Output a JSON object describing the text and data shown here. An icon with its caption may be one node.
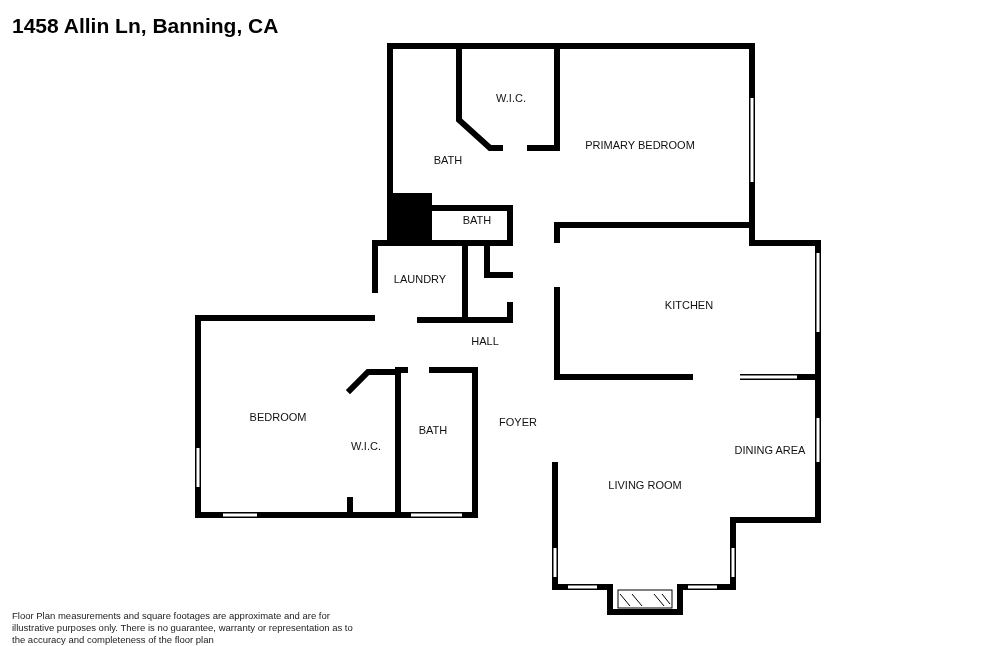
{
  "diagram": {
    "title": "1458 Allin Ln, Banning, CA",
    "caption": "Floor Plan measurements and square footages are approximate and are for illustrative purposes only. There is no guarantee, warranty or representation as to the accuracy and completeness of the floor plan",
    "labels": [
      "W.I.C.",
      "PRIMARY BEDROOM",
      "BATH",
      "BATH",
      "LAUNDRY",
      "KITCHEN",
      "HALL",
      "BEDROOM",
      "W.I.C.",
      "BATH",
      "FOYER",
      "DINING AREA",
      "LIVING ROOM"
    ]
  }
}
